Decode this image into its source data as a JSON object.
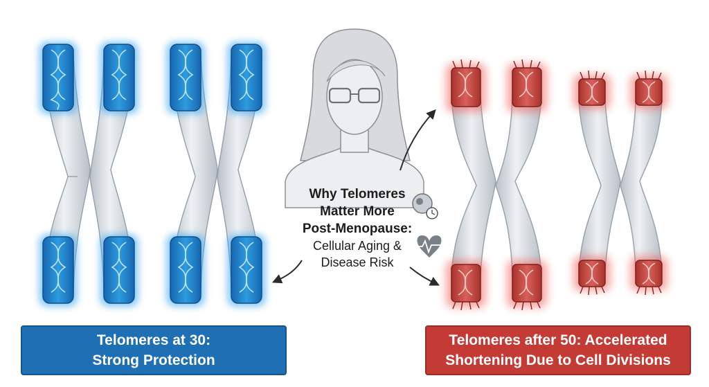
{
  "title": {
    "line1": "Why Telomeres",
    "line2": "Matter More",
    "line3": "Post-Menopause:",
    "line4": "Cellular Aging &",
    "line5": "Disease Risk"
  },
  "left_banner": {
    "line1": "Telomeres at 30:",
    "line2": "Strong Protection"
  },
  "right_banner": {
    "line1": "Telomeres after 50: Accelerated",
    "line2": "Shortening Due to Cell Divisions"
  },
  "colors": {
    "healthy_telomere": "#1f7fc9",
    "aged_telomere": "#c0433c",
    "chromosome_body": "#d9dde2",
    "left_banner": "#1f6fb4",
    "right_banner": "#c43b35"
  },
  "icons": [
    "woman-silhouette-icon",
    "cell-clock-icon",
    "heart-pulse-icon",
    "sparkle-icon"
  ]
}
